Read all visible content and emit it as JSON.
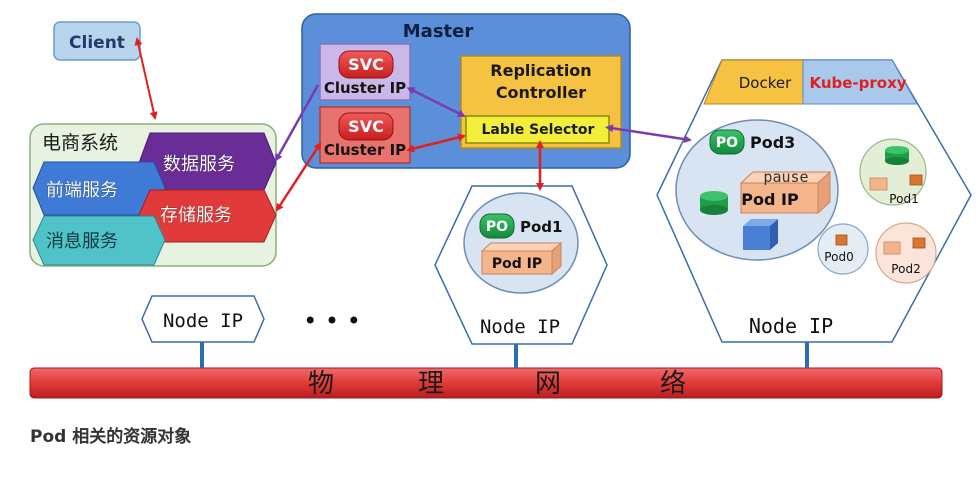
{
  "client": {
    "label": "Client"
  },
  "master": {
    "title": "Master",
    "svc_top": {
      "badge": "SVC",
      "label": "Cluster IP"
    },
    "svc_bottom": {
      "badge": "SVC",
      "label": "Cluster IP"
    },
    "rc": {
      "line1": "Replication",
      "line2": "Controller",
      "selector": "Lable  Selector"
    }
  },
  "ecom": {
    "title": "电商系统",
    "data_service": "数据服务",
    "frontend_service": "前端服务",
    "storage_service": "存储服务",
    "message_service": "消息服务"
  },
  "node_left": {
    "label": "Node IP"
  },
  "ellipsis": "• • •",
  "node_mid": {
    "label": "Node IP",
    "po": "PO",
    "pod": "Pod1",
    "pod_ip": "Pod IP"
  },
  "node_right": {
    "label": "Node IP",
    "docker": "Docker",
    "kube_proxy": "Kube-proxy",
    "po": "PO",
    "pod": "Pod3",
    "pause": "pause",
    "pod_ip": "Pod IP",
    "pod0": "Pod0",
    "pod1": "Pod1",
    "pod2": "Pod2"
  },
  "network": {
    "chars": [
      "物",
      "理",
      "网",
      "络"
    ]
  },
  "caption": "Pod 相关的资源对象",
  "colors": {
    "master_bg": "#5B8FD9",
    "svc_top_bg": "#C9B8E8",
    "svc_bottom_bg": "#E8726E",
    "rc_bg": "#F5C242",
    "selector_bg": "#F2EE3A",
    "ecom_bg": "#E8F2E0",
    "network_bar": "#E23A3A",
    "arrow_red": "#E02020",
    "arrow_purple": "#7A3BB0"
  }
}
